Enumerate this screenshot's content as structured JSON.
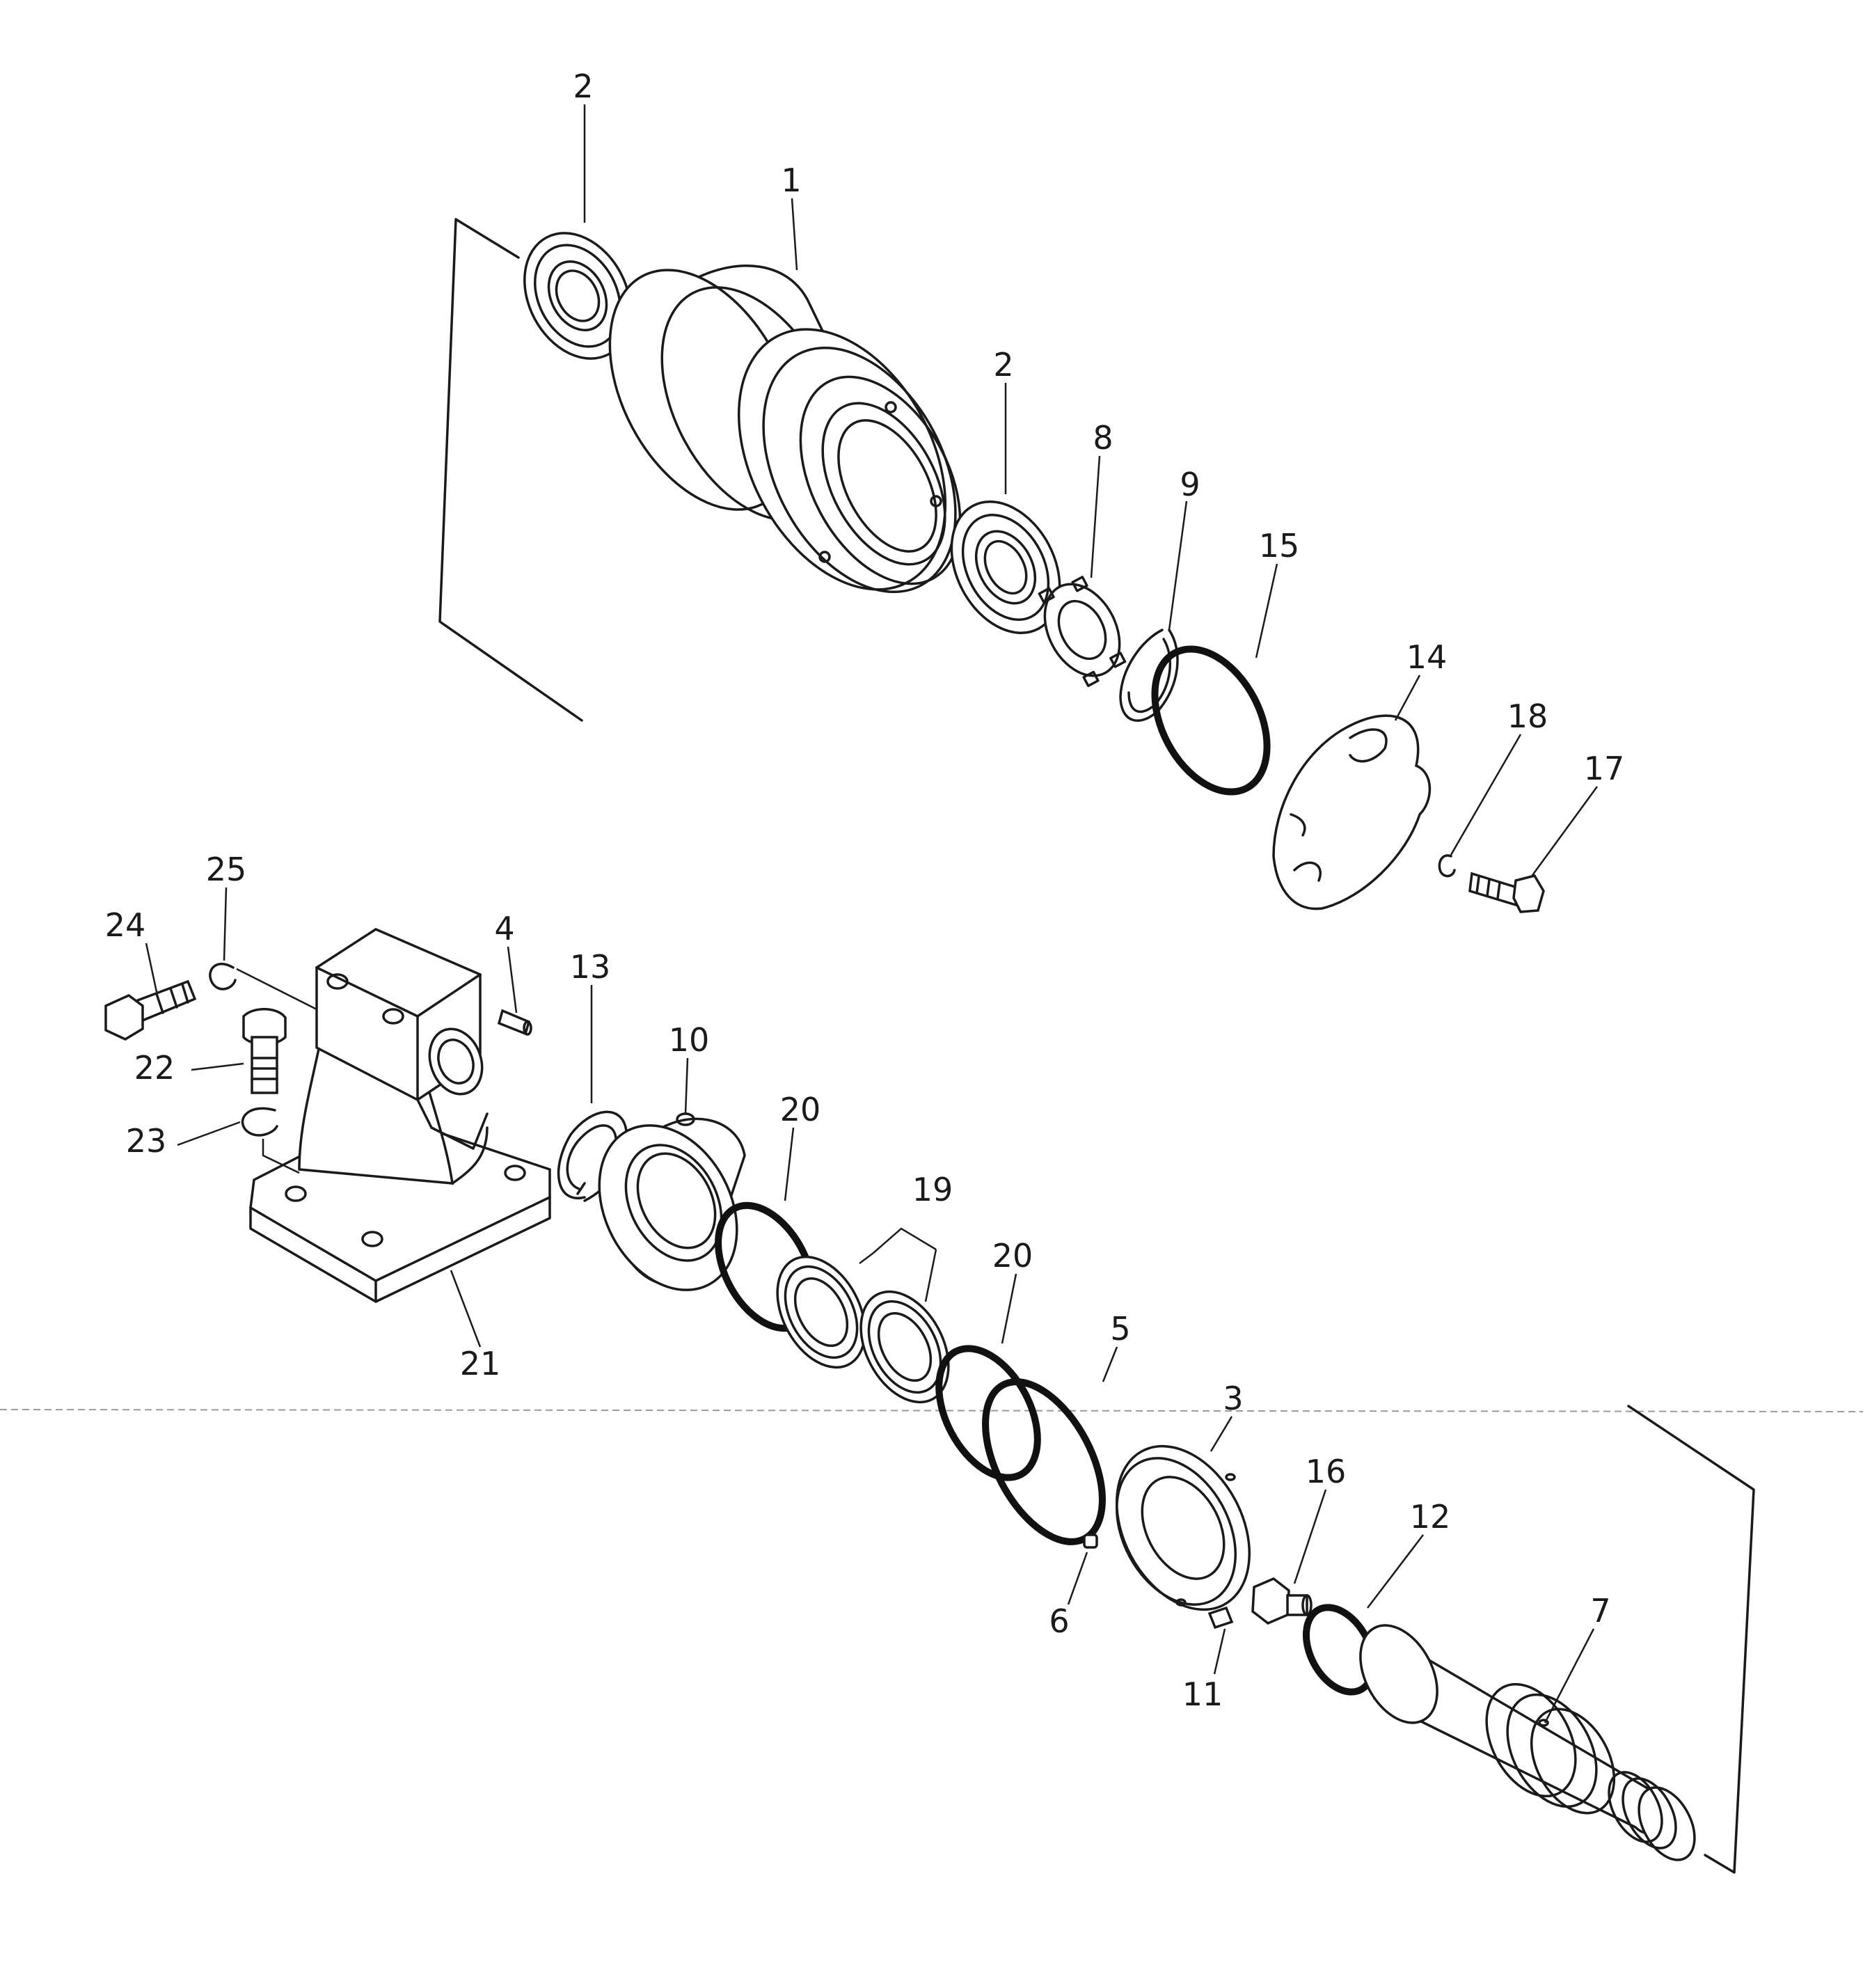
{
  "callouts": [
    {
      "id": "c2a",
      "text": "2"
    },
    {
      "id": "c1",
      "text": "1"
    },
    {
      "id": "c2b",
      "text": "2"
    },
    {
      "id": "c8",
      "text": "8"
    },
    {
      "id": "c9",
      "text": "9"
    },
    {
      "id": "c15",
      "text": "15"
    },
    {
      "id": "c14",
      "text": "14"
    },
    {
      "id": "c18",
      "text": "18"
    },
    {
      "id": "c17",
      "text": "17"
    },
    {
      "id": "c25",
      "text": "25"
    },
    {
      "id": "c24",
      "text": "24"
    },
    {
      "id": "c4",
      "text": "4"
    },
    {
      "id": "c13",
      "text": "13"
    },
    {
      "id": "c10",
      "text": "10"
    },
    {
      "id": "c20a",
      "text": "20"
    },
    {
      "id": "c22",
      "text": "22"
    },
    {
      "id": "c23",
      "text": "23"
    },
    {
      "id": "c19",
      "text": "19"
    },
    {
      "id": "c20b",
      "text": "20"
    },
    {
      "id": "c5",
      "text": "5"
    },
    {
      "id": "c21",
      "text": "21"
    },
    {
      "id": "c3",
      "text": "3"
    },
    {
      "id": "c16",
      "text": "16"
    },
    {
      "id": "c12",
      "text": "12"
    },
    {
      "id": "c6",
      "text": "6"
    },
    {
      "id": "c7",
      "text": "7"
    },
    {
      "id": "c11",
      "text": "11"
    }
  ]
}
